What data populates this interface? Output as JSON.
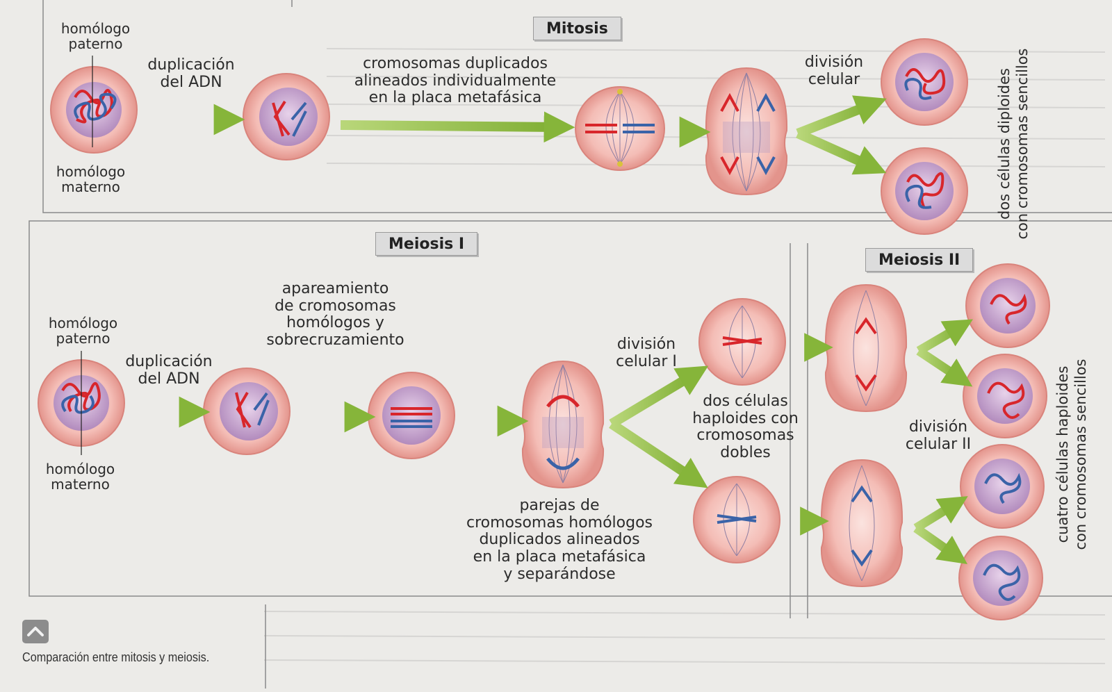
{
  "mitosis": {
    "title": "Mitosis",
    "homologo_paterno": [
      "homólogo",
      "paterno"
    ],
    "homologo_materno": [
      "homólogo",
      "materno"
    ],
    "duplicacion": [
      "duplicación",
      "del ADN"
    ],
    "alineados": [
      "cromosomas duplicados",
      "alineados individualmente",
      "en la placa metafásica"
    ],
    "division": [
      "división",
      "celular"
    ],
    "resultado": [
      "dos células diploides",
      "con cromosomas sencillos"
    ]
  },
  "meiosis1": {
    "title": "Meiosis I",
    "homologo_paterno": [
      "homólogo",
      "paterno"
    ],
    "homologo_materno": [
      "homólogo",
      "materno"
    ],
    "duplicacion": [
      "duplicación",
      "del ADN"
    ],
    "apareamiento": [
      "apareamiento",
      "de cromosomas",
      "homólogos y",
      "sobrecruzamiento"
    ],
    "parejas": [
      "parejas de",
      "cromosomas homólogos",
      "duplicados alineados",
      "en la placa metafásica",
      "y separándose"
    ],
    "division": [
      "división",
      "celular I"
    ],
    "resultado": [
      "dos células",
      "haploides con",
      "cromosomas",
      "dobles"
    ]
  },
  "meiosis2": {
    "title": "Meiosis II",
    "division": [
      "división",
      "celular II"
    ],
    "resultado": [
      "cuatro células haploides",
      "con cromosomas sencillos"
    ]
  },
  "caption": "Comparación entre mitosis y meiosis.",
  "icons": {
    "up": "chevron-up-icon"
  },
  "colors": {
    "cell_outer": "#f3b9b3",
    "cell_rim": "#d9847c",
    "nucleus": "#c9a6cf",
    "chromosome_red": "#d8262b",
    "chromosome_blue": "#3a63a8",
    "arrow_green": "#93bf45",
    "spindle": "#8f7fa3"
  }
}
